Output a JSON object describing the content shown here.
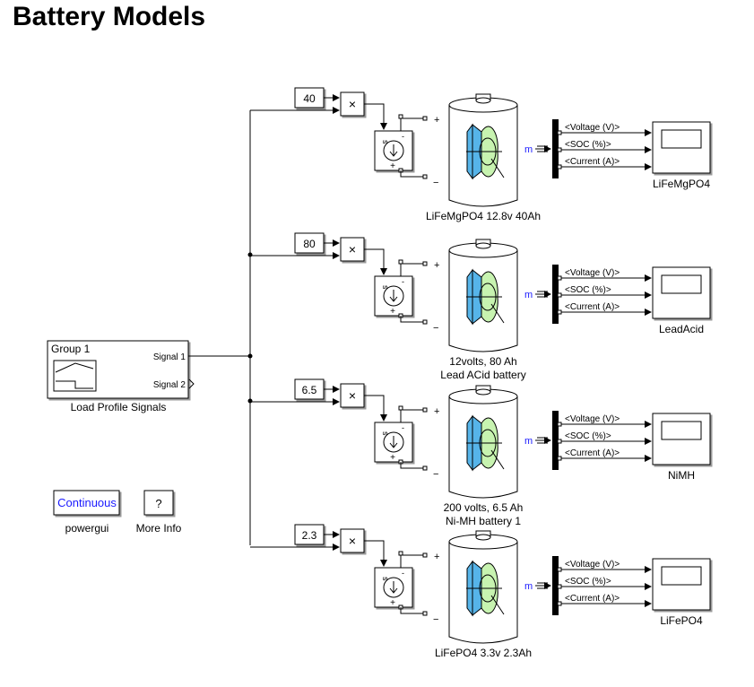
{
  "title": "Battery Models",
  "signal_builder": {
    "group": "Group 1",
    "signal1": "Signal 1",
    "signal2": "Signal 2",
    "name": "Load Profile Signals"
  },
  "powergui": {
    "button": "Continuous",
    "name": "powergui"
  },
  "more_info": {
    "button": "?",
    "name": "More Info"
  },
  "branches": [
    {
      "gain": "40",
      "battery_name_1": "LiFeMgPO4 12.8v 40Ah",
      "battery_name_2": "",
      "bus": [
        "<Voltage (V)>",
        "<SOC (%)>",
        "<Current (A)>"
      ],
      "bus_port": "m",
      "scope": "LiFeMgPO4"
    },
    {
      "gain": "80",
      "battery_name_1": "12volts, 80 Ah",
      "battery_name_2": "Lead ACid battery",
      "bus": [
        "<Voltage (V)>",
        "<SOC (%)>",
        "<Current (A)>"
      ],
      "bus_port": "m",
      "scope": "LeadAcid"
    },
    {
      "gain": "6.5",
      "battery_name_1": "200 volts, 6.5 Ah",
      "battery_name_2": "Ni-MH battery 1",
      "bus": [
        "<Voltage (V)>",
        "<SOC (%)>",
        "<Current (A)>"
      ],
      "bus_port": "m",
      "scope": "NiMH"
    },
    {
      "gain": "2.3",
      "battery_name_1": "LiFePO4 3.3v 2.3Ah",
      "battery_name_2": "",
      "bus": [
        "<Voltage (V)>",
        "<SOC (%)>",
        "<Current (A)>"
      ],
      "bus_port": "m",
      "scope": "LiFePO4"
    }
  ],
  "symbols": {
    "product": "×",
    "plus": "+",
    "minus": "−",
    "source_s": "s"
  },
  "colors": {
    "anode": "#56b4e9",
    "cathode": "#c7f3b0",
    "bus_bar": "#000000",
    "link": "#1a1aff"
  }
}
